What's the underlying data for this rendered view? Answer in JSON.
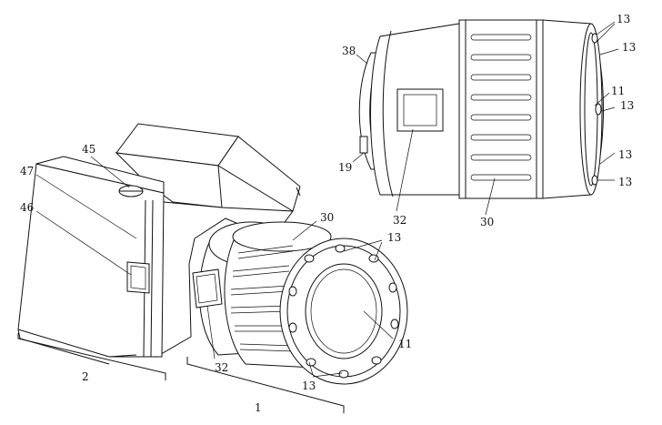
{
  "figure": {
    "labels": {
      "camera_body": "2",
      "lens_assembly": "1",
      "grip_top_button": "45",
      "grip_panel": "47",
      "grip_window": "46",
      "focus_ring": "30",
      "lens_window": "32",
      "lens_glass": "11",
      "light_ring_leds": "13",
      "lens_mount": "38",
      "mount_pin": "19"
    },
    "detail_labels": {
      "led_top_1": "13",
      "led_top_2": "13",
      "lens_glass": "11",
      "led_mid_1": "13",
      "led_mid_2": "13",
      "led_bottom_1": "13",
      "led_bottom_2": "13",
      "focus_ring": "30",
      "lens_window": "32",
      "lens_mount": "38",
      "mount_pin": "19"
    },
    "camera_labels": {
      "led_a": "13",
      "led_b": "13"
    }
  }
}
